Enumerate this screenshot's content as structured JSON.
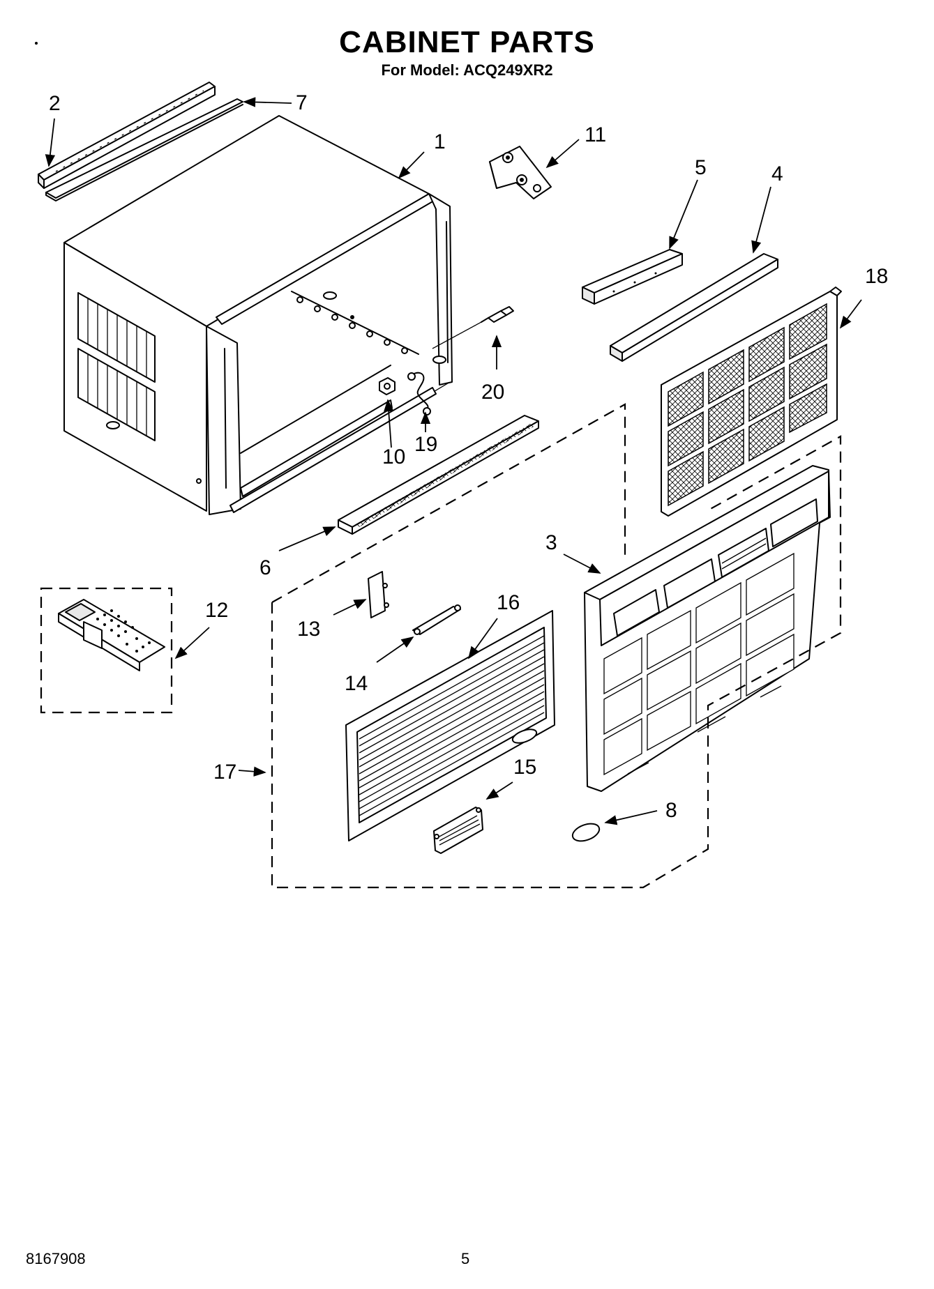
{
  "title": "CABINET PARTS",
  "subtitle": "For Model: ACQ249XR2",
  "footer": {
    "doc_number": "8167908",
    "page_number": "5"
  },
  "callouts": {
    "p1": "1",
    "p2": "2",
    "p3": "3",
    "p4": "4",
    "p5": "5",
    "p6": "6",
    "p7": "7",
    "p8": "8",
    "p10": "10",
    "p11": "11",
    "p12": "12",
    "p13": "13",
    "p14": "14",
    "p15": "15",
    "p16": "16",
    "p17": "17",
    "p18": "18",
    "p19": "19",
    "p20": "20"
  }
}
